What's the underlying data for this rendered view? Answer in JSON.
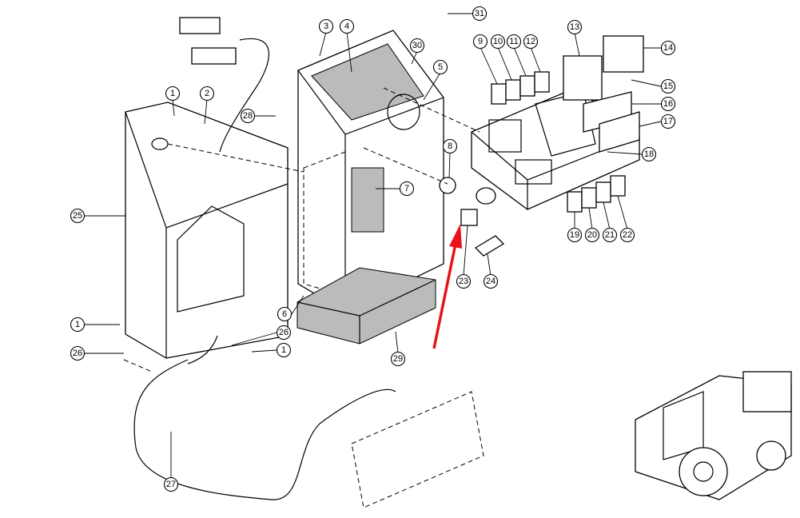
{
  "diagram": {
    "callouts": [
      {
        "label": "1"
      },
      {
        "label": "2"
      },
      {
        "label": "3"
      },
      {
        "label": "4"
      },
      {
        "label": "30"
      },
      {
        "label": "31"
      },
      {
        "label": "5"
      },
      {
        "label": "28"
      },
      {
        "label": "8"
      },
      {
        "label": "7"
      },
      {
        "label": "25"
      },
      {
        "label": "9"
      },
      {
        "label": "10"
      },
      {
        "label": "11"
      },
      {
        "label": "12"
      },
      {
        "label": "13"
      },
      {
        "label": "14"
      },
      {
        "label": "15"
      },
      {
        "label": "16"
      },
      {
        "label": "17"
      },
      {
        "label": "18"
      },
      {
        "label": "19"
      },
      {
        "label": "20"
      },
      {
        "label": "21"
      },
      {
        "label": "22"
      },
      {
        "label": "23"
      },
      {
        "label": "24"
      },
      {
        "label": "6"
      },
      {
        "label": "29"
      },
      {
        "label": "1"
      },
      {
        "label": "26"
      },
      {
        "label": "26"
      },
      {
        "label": "1"
      },
      {
        "label": "27"
      }
    ],
    "arrow_color": "#e8141b"
  }
}
